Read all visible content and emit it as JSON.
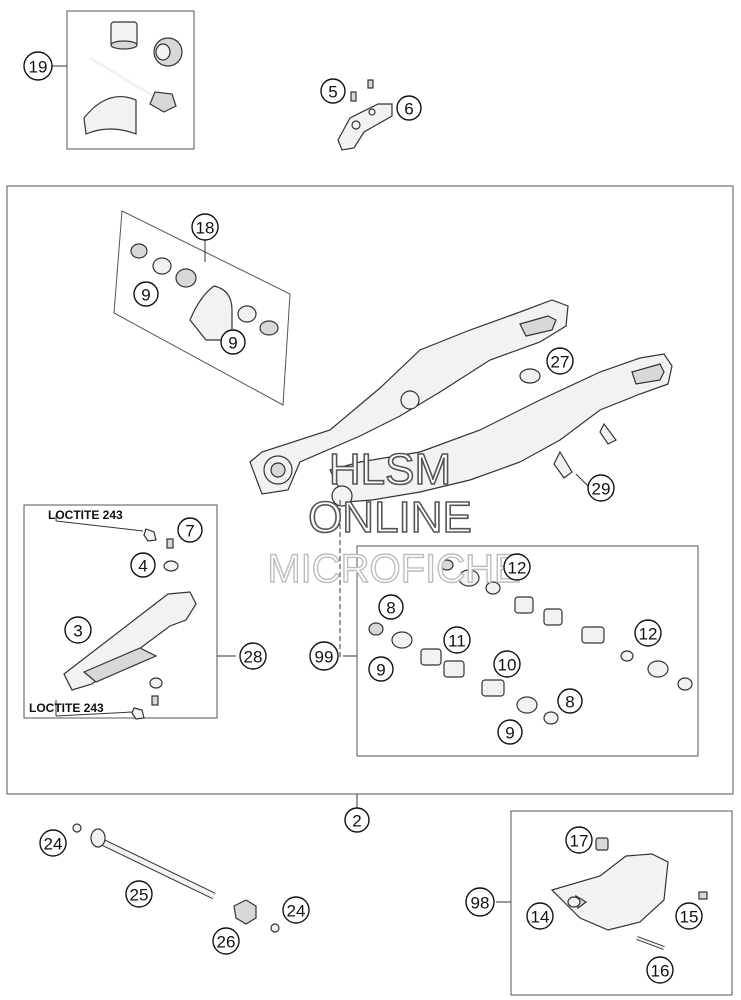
{
  "callouts": {
    "c19": "19",
    "c5": "5",
    "c6": "6",
    "c18": "18",
    "c9a": "9",
    "c9b": "9",
    "c27": "27",
    "c29": "29",
    "c7": "7",
    "c4": "4",
    "c3": "3",
    "c28": "28",
    "c12a": "12",
    "c12b": "12",
    "c8a": "8",
    "c8b": "8",
    "c11": "11",
    "c10": "10",
    "c99": "99",
    "c9c": "9",
    "c9d": "9",
    "c2": "2",
    "c24a": "24",
    "c24b": "24",
    "c25": "25",
    "c26": "26",
    "c17": "17",
    "c98": "98",
    "c14": "14",
    "c15": "15",
    "c16": "16"
  },
  "labels": {
    "loctite_top": "LOCTITE 243",
    "loctite_bottom": "LOCTITE 243"
  },
  "watermark": {
    "line1": "HLSM",
    "line2": "ONLINE",
    "line3": "MICROFICHE"
  }
}
